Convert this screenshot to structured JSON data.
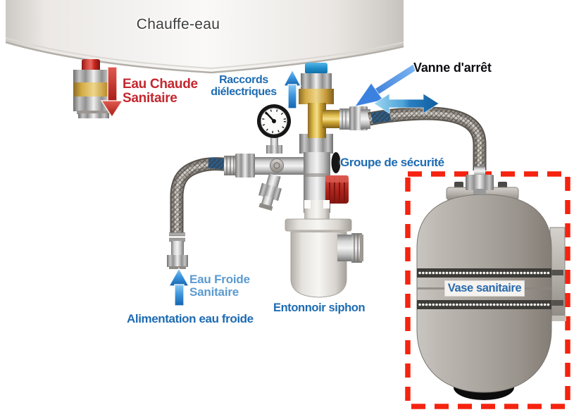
{
  "diagram": {
    "title": "Chauffe-eau",
    "labels": {
      "eau_chaude": {
        "line1": "Eau Chaude",
        "line2": "Sanitaire"
      },
      "raccords": {
        "line1": "Raccords",
        "line2": "diélectriques"
      },
      "vanne_arret": "Vanne d'arrêt",
      "groupe_securite": "Groupe de sécurité",
      "eau_froide": {
        "line1": "Eau Froide",
        "line2": "Sanitaire"
      },
      "alimentation": "Alimentation eau froide",
      "entonnoir": "Entonnoir siphon",
      "vase_sanitaire": "Vase sanitaire"
    },
    "arrows": {
      "hot_water_out": {
        "direction": "down",
        "color": "#c62f26"
      },
      "cold_water_in": {
        "direction": "up",
        "color": "#2f7fd6"
      },
      "shutoff_pointer": {
        "direction": "down-left",
        "color": "#3b82e0"
      },
      "hose_flow": {
        "direction": "left-right",
        "color": "#1467ad"
      },
      "cold_supply": {
        "direction": "up",
        "color": "#2f7fd6"
      }
    },
    "colors": {
      "hot_label": "#c4272e",
      "blue_label": "#1e6bb2",
      "cold_label_light": "#5b9bd0",
      "black_label": "#0e0e12",
      "vase_label": "#2a6aad",
      "highlight_box_red": "#f5230f",
      "tank_body": "#faf9f8",
      "vessel_grey": "#ada8a1",
      "brass": "#e0bd4e"
    }
  }
}
